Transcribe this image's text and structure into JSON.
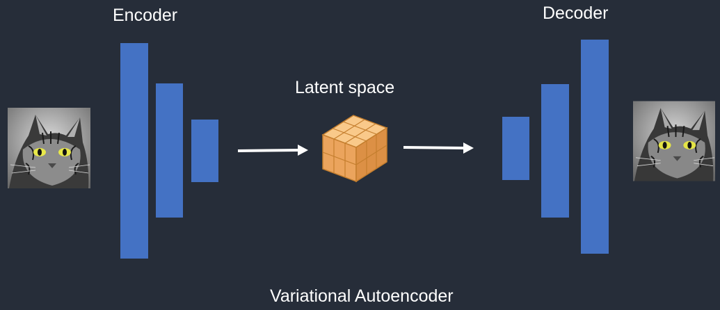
{
  "labels": {
    "encoder": "Encoder",
    "decoder": "Decoder",
    "latent": "Latent space",
    "caption": "Variational Autoencoder"
  },
  "images": {
    "input": "cat-portrait-image",
    "output": "reconstructed-cat-portrait-image"
  },
  "colors": {
    "background": "#262d39",
    "layer": "#4472c4",
    "latent_cube": "#f2b46a",
    "arrow": "#ffffff",
    "text": "#ffffff"
  }
}
